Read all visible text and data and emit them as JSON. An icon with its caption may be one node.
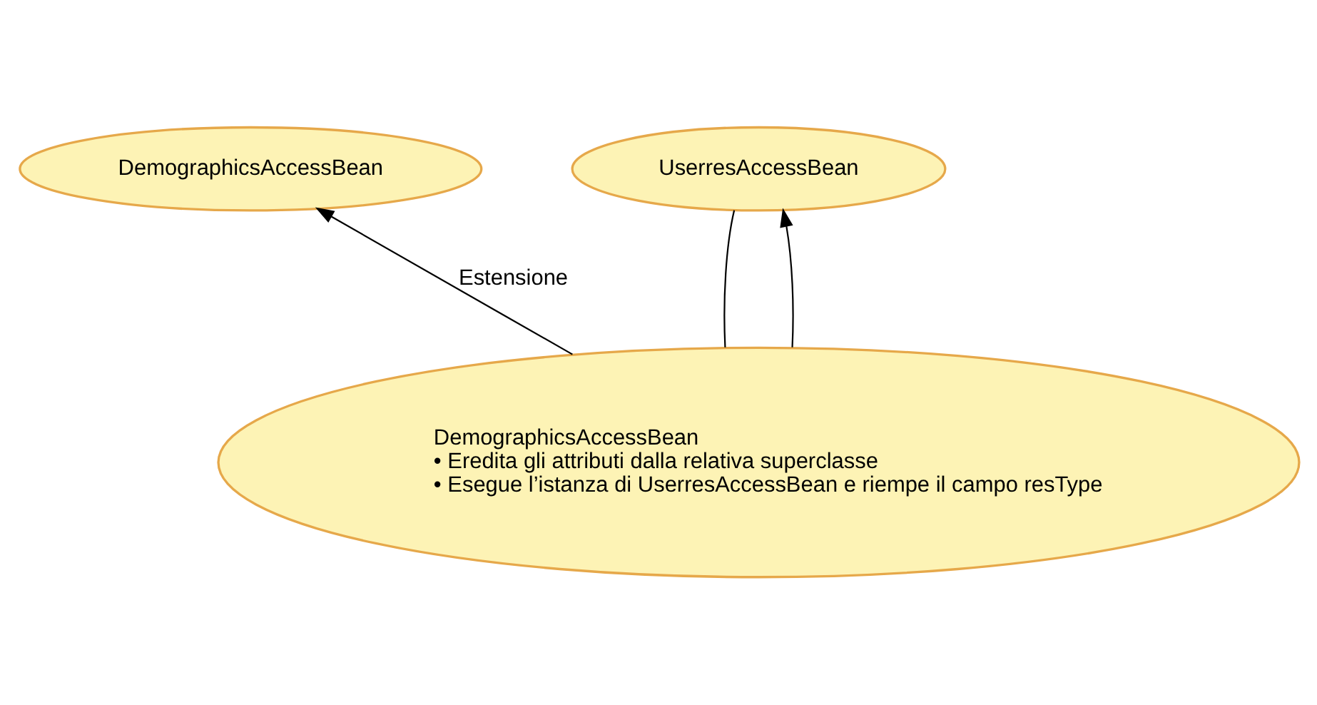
{
  "diagram": {
    "nodes": [
      {
        "text": [
          "DemographicsAccessBean"
        ]
      },
      {
        "text": [
          "UserresAccessBean"
        ]
      },
      {
        "text": [
          "DemographicsAccessBean",
          "• Eredita gli attributi dalla relativa superclasse",
          "• Esegue l’istanza di UserresAccessBean e riempe il campo resType"
        ]
      }
    ],
    "edges": [
      {
        "from": 2,
        "to": 0,
        "arrow": "to",
        "label": "Estensione"
      },
      {
        "from": 2,
        "to": 1,
        "arrow": "none"
      },
      {
        "from": 2,
        "to": 1,
        "arrow": "to"
      }
    ]
  }
}
